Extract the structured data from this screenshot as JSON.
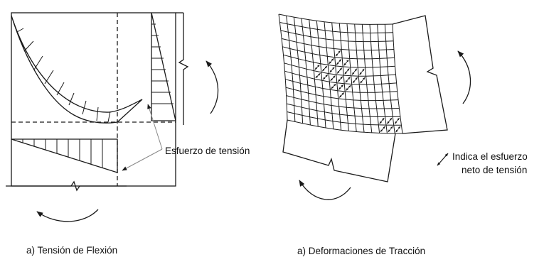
{
  "labels": {
    "tension_arrow_label": "Esfuerzo de tensión",
    "legend_line1": "Indica el esfuerzo",
    "legend_line2": "neto de tensión",
    "caption_left": "a) Tensión de Flexión",
    "caption_right": "a) Deformaciones de Tracción"
  },
  "colors": {
    "line": "#1a1a1a",
    "background": "#ffffff"
  }
}
